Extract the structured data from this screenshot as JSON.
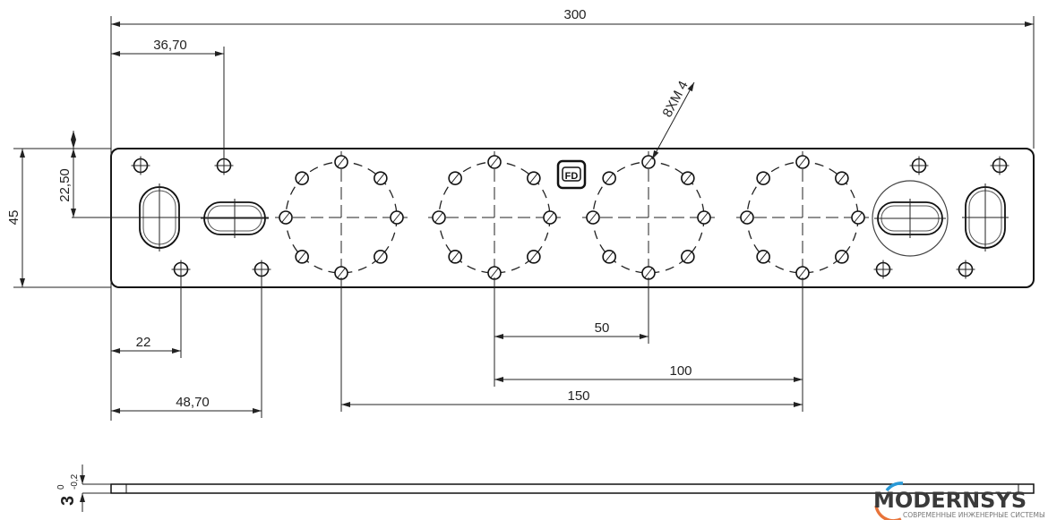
{
  "drawing": {
    "dimensions": {
      "overall_length": "300",
      "slot_offset": "36,70",
      "height": "45",
      "half_height": "22,50",
      "hole_offset_1": "22",
      "hole_offset_2": "48,70",
      "pitch_50": "50",
      "pitch_100": "100",
      "pitch_150": "150",
      "thread_callout": "8XM 4",
      "thickness": "3",
      "tol_upper": "0",
      "tol_lower": "-0,2"
    },
    "marking_logo": "FD",
    "brand": {
      "name": "MODERNSYS",
      "tagline": "СОВРЕМЕННЫЕ ИНЖЕНЕРНЫЕ СИСТЕМЫ",
      "colors": {
        "blue": "#2a9ad8",
        "orange": "#e8743a"
      }
    }
  }
}
